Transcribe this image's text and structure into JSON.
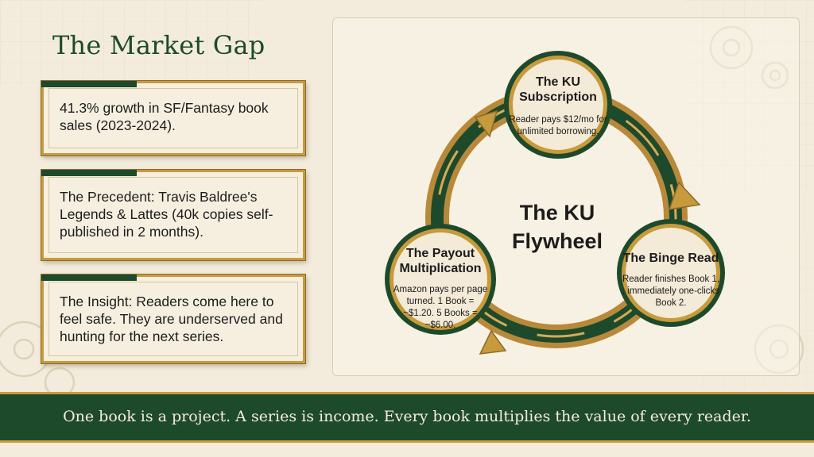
{
  "title": "The Market Gap",
  "cards": [
    {
      "text": "41.3% growth in SF/Fantasy book sales (2023-2024)."
    },
    {
      "text": "The Precedent: Travis Baldree's Legends & Lattes (40k copies self-published in 2 months)."
    },
    {
      "text": "The Insight: Readers come here to feel safe. They are underserved and hunting for the next series."
    }
  ],
  "flywheel": {
    "center": "The KU Flywheel",
    "nodes": [
      {
        "title": "The KU Subscription",
        "desc": "Reader pays $12/mo for unlimited borrowing."
      },
      {
        "title": "The Binge Read",
        "desc": "Reader finishes Book 1, , immediately one-clicks Book 2."
      },
      {
        "title": "The Payout Multiplication",
        "desc": "Amazon pays per page turned. 1 Book = ~$1.20. 5 Books = ~$6.00."
      }
    ]
  },
  "banner": "One book is a project. A series is income. Every book multiplies the value of every reader.",
  "colors": {
    "green": "#1e4a2c",
    "gold": "#c79a3c",
    "paper": "#f3ecdc"
  },
  "icons": [
    "gear-icon"
  ]
}
